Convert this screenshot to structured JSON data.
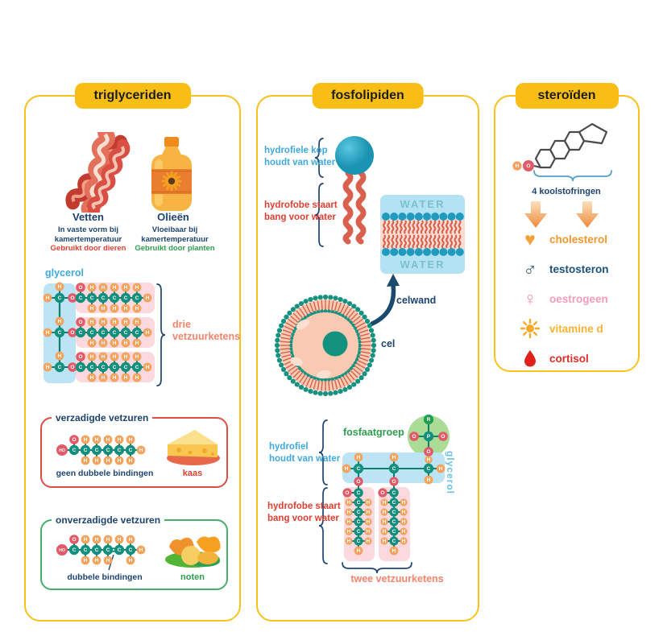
{
  "colors": {
    "accent_yellow": "#F8BE15",
    "navy": "#1D4370",
    "sky_blue": "#3FA9DC",
    "red": "#E03E30",
    "green": "#2E9E4F",
    "coral": "#F4846B",
    "atom_carbon": "#12907D",
    "atom_oxygen": "#E25968",
    "atom_hydrogen": "#F2A35D",
    "atom_rest_group": "#1F9E50",
    "bond": "#0E7F6E",
    "membrane_head": "#219BBD",
    "membrane_tail": "#D9604C",
    "water_text": "#7BC0CD"
  },
  "triglycerides": {
    "title": "triglyceriden",
    "fats_label": "Vetten",
    "fats_line1": "In vaste vorm bij",
    "fats_line2": "kamertemperatuur",
    "fats_line3": "Gebruikt door dieren",
    "oils_label": "Olieën",
    "oils_line1": "Vloeibaar bij",
    "oils_line2": "kamertemperatuur",
    "oils_line3": "Gebruikt door planten",
    "glycerol_label": "glycerol",
    "three_chains_label_line1": "drie",
    "three_chains_label_line2": "vetzuurketens",
    "saturated_title": "verzadigde vetzuren",
    "saturated_caption": "geen dubbele bindingen",
    "saturated_food": "kaas",
    "unsaturated_title": "onverzadigde vetzuren",
    "unsaturated_caption": "dubbele bindingen",
    "unsaturated_food": "noten"
  },
  "phospholipids": {
    "title": "fosfolipiden",
    "head_line1": "hydrofiele kop",
    "head_line2": "houdt van water",
    "tail_line1": "hydrofobe staart",
    "tail_line2": "bang voor water",
    "water_top": "WATER",
    "water_bottom": "WATER",
    "cellwall_label": "celwand",
    "cell_label": "cel",
    "phosphate_label": "fosfaatgroep",
    "glycerol_label": "glycerol",
    "hydrophilic_line1": "hydrofiel",
    "hydrophilic_line2": "houdt van water",
    "hydrophobic_line1": "hydrofobe staart",
    "hydrophobic_line2": "bang voor water",
    "two_chains_label": "twee vetzuurketens"
  },
  "steroids": {
    "title": "steroïden",
    "rings_label": "4 koolstofringen",
    "items": [
      {
        "icon": "heart-icon",
        "label": "cholesterol",
        "color": "#F5962B"
      },
      {
        "icon": "male-icon",
        "label": "testosteron",
        "color": "#1D5077"
      },
      {
        "icon": "female-icon",
        "label": "oestrogeen",
        "color": "#F49BBB"
      },
      {
        "icon": "sun-icon",
        "label": "vitamine d",
        "color": "#F9B233"
      },
      {
        "icon": "drop-icon",
        "label": "cortisol",
        "color": "#E02D26"
      }
    ]
  },
  "molecules": {
    "atom_symbols": {
      "carbon": "C",
      "oxygen": "O",
      "hydrogen": "H",
      "phosphorus": "P",
      "rest_group": "R",
      "hydroxyl": "HO"
    },
    "triglyceride_backbone_carbons": 3,
    "triglyceride_chain_carbons": 6,
    "fatty_acid_carbons": 6,
    "unsaturated_double_bond_after_carbon": 4,
    "phospholipid_chain_ch2_rows": 5,
    "phospholipid_glycerol_carbons": 3
  }
}
